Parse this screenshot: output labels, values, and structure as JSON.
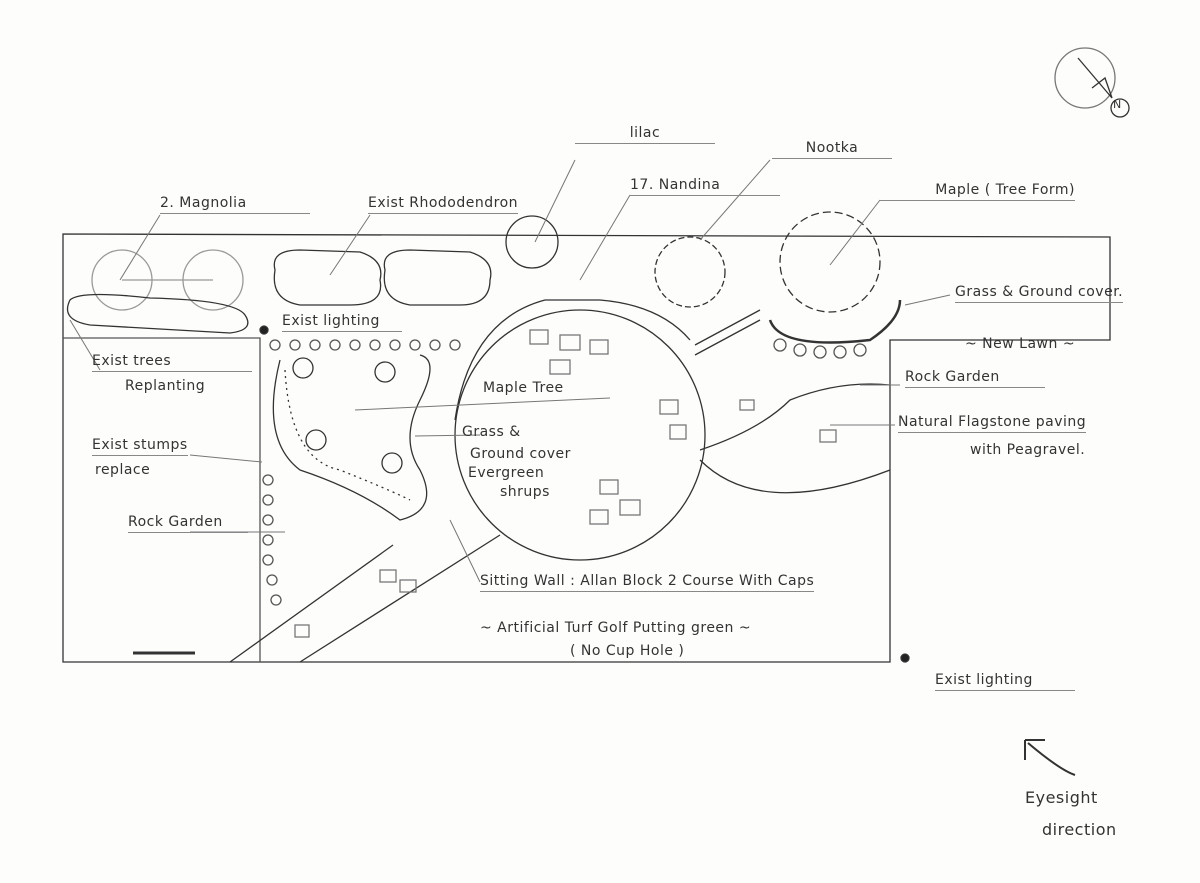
{
  "compass": {
    "label": "N"
  },
  "labels": {
    "magnolia": "2. Magnolia",
    "rhododendron": "Exist Rhododendron",
    "lilac": "lilac",
    "nandina": "17. Nandina",
    "nootka": "Nootka",
    "maple_tree_form": "Maple ( Tree Form)",
    "grass_ground_cover_right": "Grass & Ground cover.",
    "new_lawn": "~ New Lawn ~",
    "rock_garden_right": "Rock Garden",
    "flagstone_line1": "Natural Flagstone paving",
    "flagstone_line2": "with Peagravel.",
    "exist_lighting_top": "Exist lighting",
    "exist_trees_line1": "Exist trees",
    "exist_trees_line2": "Replanting",
    "maple_tree": "Maple Tree",
    "grass_line1": "Grass &",
    "grass_line2": "Ground cover",
    "evergreen_line1": "Evergreen",
    "evergreen_line2": "shrups",
    "stumps_line1": "Exist stumps",
    "stumps_line2": "replace",
    "rock_garden_left": "Rock Garden",
    "sitting_wall": "Sitting Wall : Allan Block 2 Course With Caps",
    "turf_line1": "~ Artificial Turf Golf Putting green ~",
    "turf_line2": "( No Cup Hole )",
    "exist_lighting_bottom": "Exist lighting",
    "eyesight_line1": "Eyesight",
    "eyesight_line2": "direction"
  }
}
